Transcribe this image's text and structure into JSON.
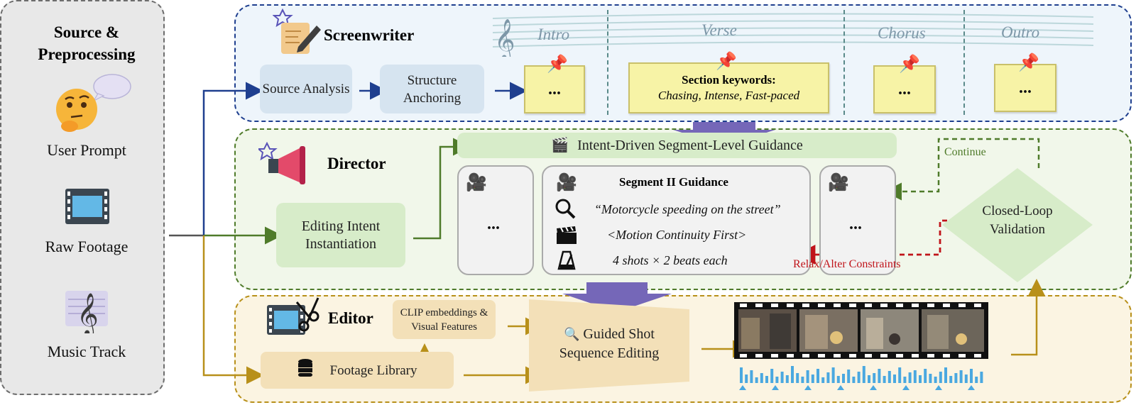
{
  "source": {
    "title": "Source & Preprocessing",
    "items": [
      {
        "label": "User Prompt",
        "icon": "thinking-face-icon"
      },
      {
        "label": "Raw Footage",
        "icon": "film-strip-icon"
      },
      {
        "label": "Music Track",
        "icon": "music-sheet-icon"
      }
    ]
  },
  "screenwriter": {
    "title": "Screenwriter",
    "source_analysis": "Source Analysis",
    "structure_anchoring": "Structure Anchoring",
    "sections": [
      "Intro",
      "Verse",
      "Chorus",
      "Outro"
    ],
    "verse_note_title": "Section keywords:",
    "verse_note_text": "Chasing, Intense, Fast-paced",
    "placeholder": "..."
  },
  "director": {
    "title": "Director",
    "guidance_banner": "Intent-Driven Segment-Level Guidance",
    "editing_intent": "Editing Intent Instantiation",
    "segment_title": "Segment II Guidance",
    "query": "“Motorcycle speeding on the street”",
    "rule": "<Motion Continuity First>",
    "rhythm": "4 shots × 2 beats each",
    "placeholder": "...",
    "validation": "Closed-Loop Validation",
    "continue_label": "Continue",
    "relax_label": "Relax/Alter Constraints"
  },
  "editor": {
    "title": "Editor",
    "features": "CLIP embeddings & Visual Features",
    "library": "Footage Library",
    "guided": "Guided Shot Sequence Editing"
  },
  "colors": {
    "screenwriter": "#1f3f8f",
    "director": "#4f7b2a",
    "editor": "#b8901a",
    "feedback": "#c0141a",
    "funnel": "#7567b8"
  }
}
